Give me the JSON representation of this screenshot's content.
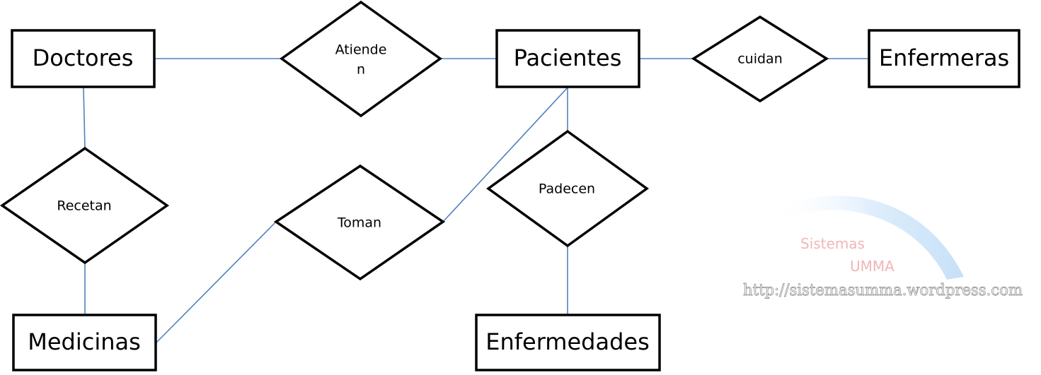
{
  "entities": {
    "doctores": "Doctores",
    "pacientes": "Pacientes",
    "enfermeras": "Enfermeras",
    "medicinas": "Medicinas",
    "enfermedades": "Enfermedades"
  },
  "relationships": {
    "atienden_line1": "Atiende",
    "atienden_line2": "n",
    "cuidan": "cuidan",
    "recetan": "Recetan",
    "toman": "Toman",
    "padecen": "Padecen"
  },
  "watermark": {
    "line1": "Sistemas",
    "line2": "UMMA",
    "url": "http://sistemasumma.wordpress.com"
  },
  "colors": {
    "connector": "#4f81bd",
    "outline": "#000000"
  }
}
